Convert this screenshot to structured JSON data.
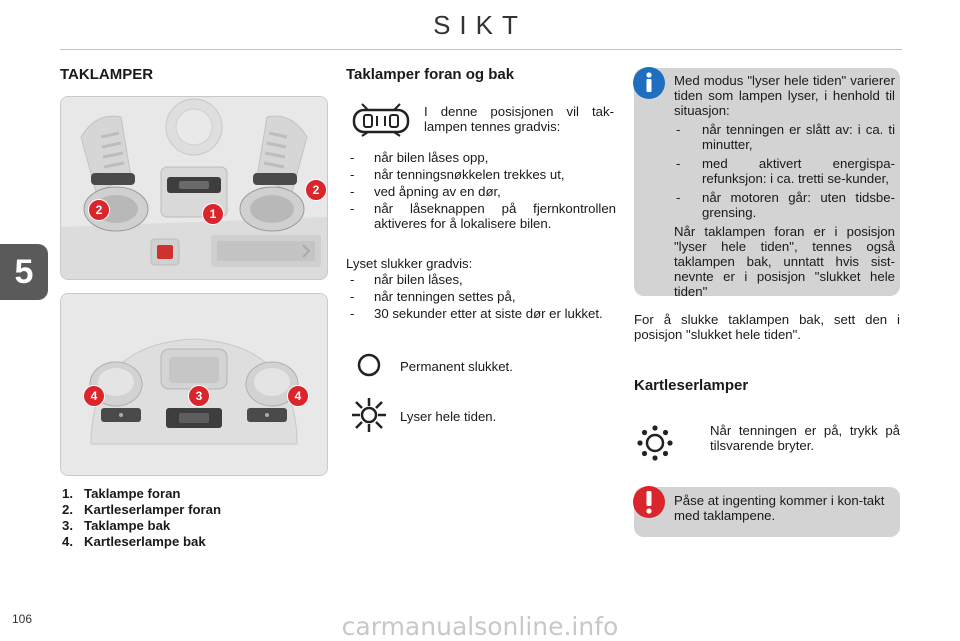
{
  "header": {
    "title": "SIKT"
  },
  "chapter": {
    "number": "5"
  },
  "left": {
    "heading": "TAKLAMPER",
    "figure1": {
      "badges": [
        "2",
        "1",
        "2"
      ]
    },
    "figure2": {
      "badges": [
        "4",
        "3",
        "4"
      ]
    },
    "legend": [
      {
        "num": "1.",
        "label": "Taklampe foran"
      },
      {
        "num": "2.",
        "label": "Kartleserlamper foran"
      },
      {
        "num": "3.",
        "label": "Taklampe bak"
      },
      {
        "num": "4.",
        "label": "Kartleserlampe bak"
      }
    ]
  },
  "middle": {
    "heading": "Taklamper foran og bak",
    "door_text": "I denne posisjonen vil tak-lampen tennes gradvis:",
    "on_items": [
      "når bilen låses opp,",
      "når tenningsnøkkelen trekkes ut,",
      "ved åpning av en dør,",
      "når låseknappen på fjernkontrollen aktiveres for å lokalisere bilen."
    ],
    "off_intro": "Lyset slukker gradvis:",
    "off_items": [
      "når bilen låses,",
      "når tenningen settes på,",
      "30 sekunder etter at siste dør er lukket."
    ],
    "off_label": "Permanent slukket.",
    "on_label": "Lyser hele tiden."
  },
  "right": {
    "info": {
      "intro": "Med modus \"lyser hele tiden\" varierer tiden som lampen lyser, i henhold til situasjon:",
      "items": [
        "når tenningen er slått av: i ca. ti minutter,",
        "med aktivert energispa-refunksjon: i ca. tretti se-kunder,",
        "når motoren går: uten tidsbe-grensing."
      ],
      "outro": "Når taklampen foran er i posisjon \"lyser hele tiden\", tennes også taklampen bak, unntatt hvis sist-nevnte er i posisjon \"slukket hele tiden\""
    },
    "rear_off": "For å slukke taklampen bak, sett den i posisjon \"slukket hele tiden\".",
    "heading": "Kartleserlamper",
    "bullet_symbol": "",
    "reading_text": "Når tenningen er på, trykk på tilsvarende bryter.",
    "warning": "Påse at ingenting kommer i kon-takt med taklampene."
  },
  "footer": {
    "page": "106",
    "watermark": "carmanualsonline.info"
  },
  "colors": {
    "info_blue": "#1e6fc0",
    "warn_red": "#d9252b",
    "badge_red": "#d9252b",
    "tab_gray": "#5a5a5a"
  }
}
